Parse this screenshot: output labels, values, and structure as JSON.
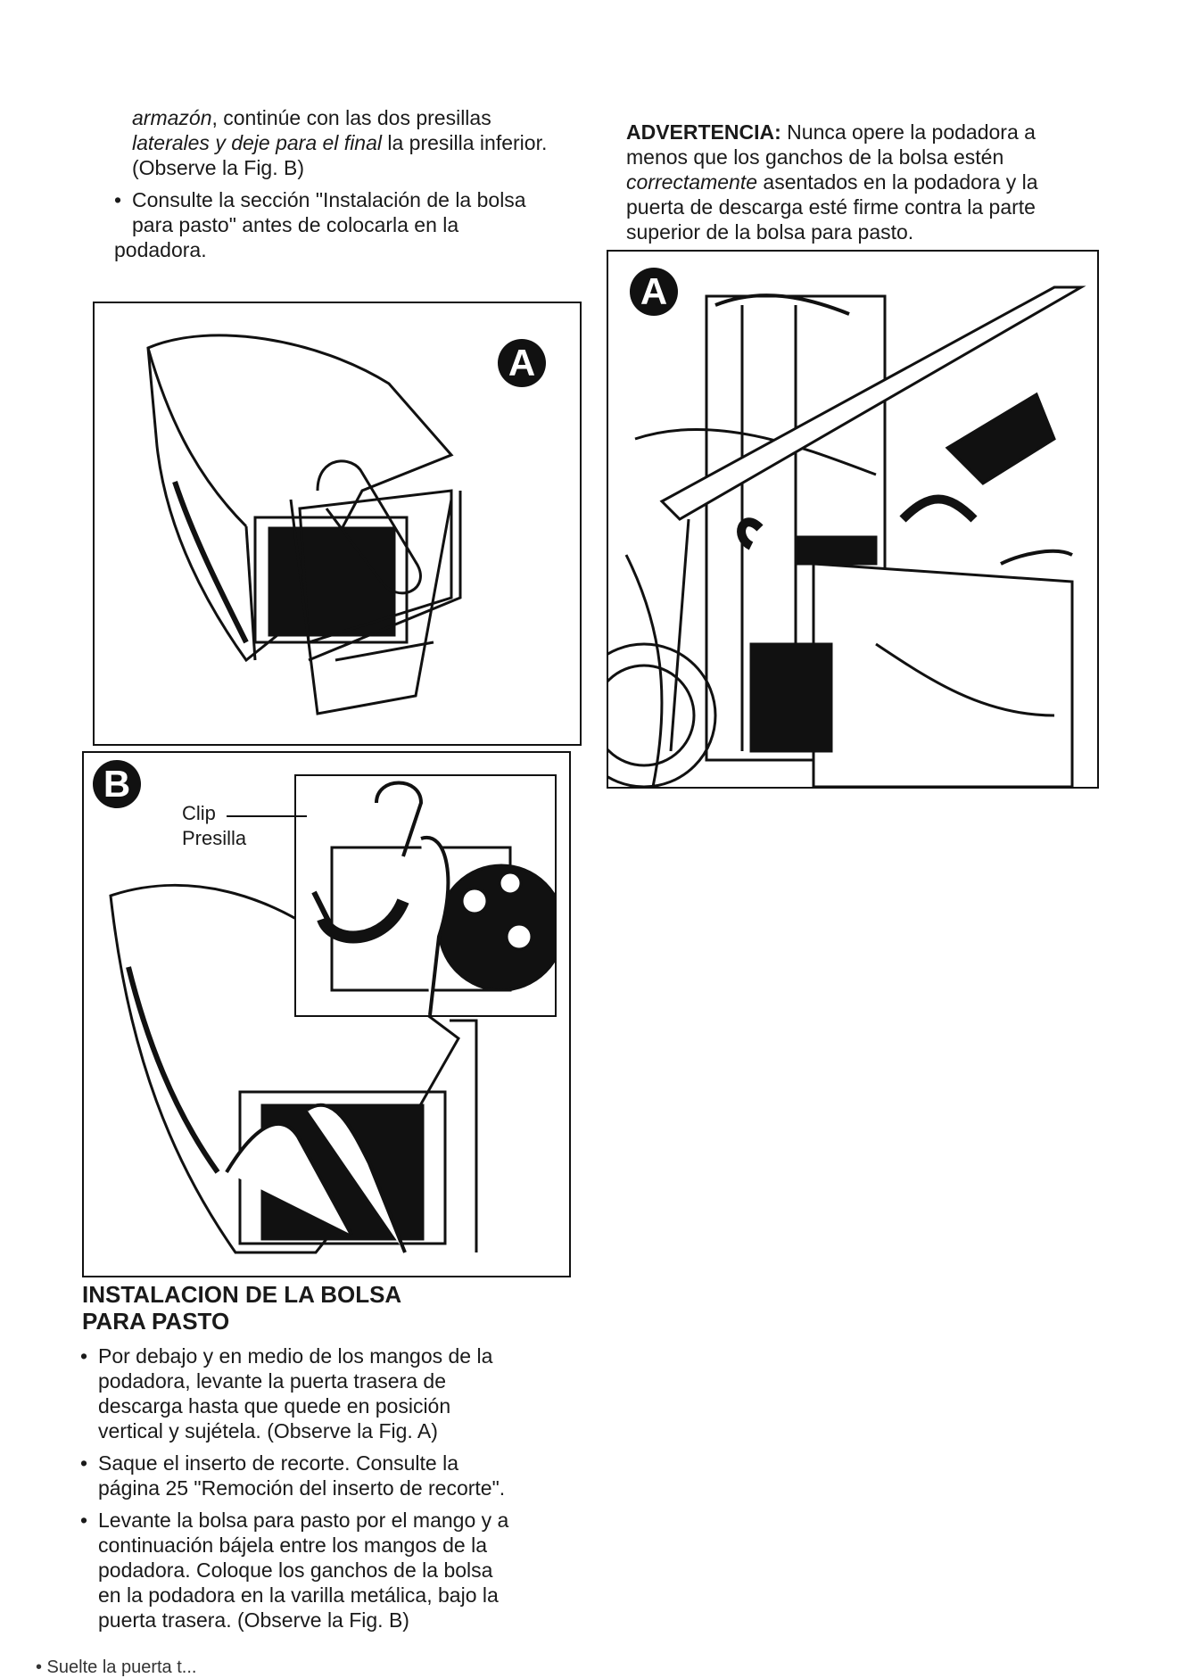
{
  "left_top": {
    "line1_a": "armazón",
    "line1_b": ", continúe con las dos presillas",
    "line2_a": "laterales y deje para el final",
    "line2_b": " la presilla inferior.",
    "line3": "(Observe la Fig. B)",
    "bullet1": [
      "Consulte la sección \"Instalación de la bolsa",
      "para pasto\" antes de colocarla en la",
      "podadora."
    ]
  },
  "right_top": {
    "warning_label": "ADVERTENCIA:",
    "warning_line1": " Nunca opere la podadora a",
    "warning_line2": "menos que los ganchos de la bolsa estén",
    "warning_line3_em": "correctamente",
    "warning_line3_rest": " asentados en la podadora y la",
    "warning_line4": "puerta de descarga esté firme contra la parte",
    "warning_line5": "superior de la bolsa para pasto."
  },
  "figures": {
    "fig_a_left_badge": "A",
    "fig_b_badge": "B",
    "fig_a_right_badge": "A",
    "clip_label": "Clip",
    "presilla_label": "Presilla"
  },
  "section": {
    "heading_line1": "INSTALACION DE LA BOLSA",
    "heading_line2": "PARA PASTO",
    "bullets": [
      [
        "Por debajo y en medio de los mangos de la",
        "podadora, levante la puerta trasera de",
        "descarga hasta que quede en posición",
        "vertical y sujétela. (Observe la Fig. A)"
      ],
      [
        "Saque el inserto de recorte. Consulte la",
        "página 25 \"Remoción del inserto de recorte\"."
      ],
      [
        "Levante la bolsa para pasto por el mango y a",
        "continuación bájela entre los mangos de la",
        "podadora. Coloque los ganchos de la bolsa",
        "en la podadora en la varilla metálica, bajo la",
        "puerta trasera. (Observe la Fig. B)"
      ]
    ],
    "cut_line": "• Suelte la puerta t..."
  }
}
